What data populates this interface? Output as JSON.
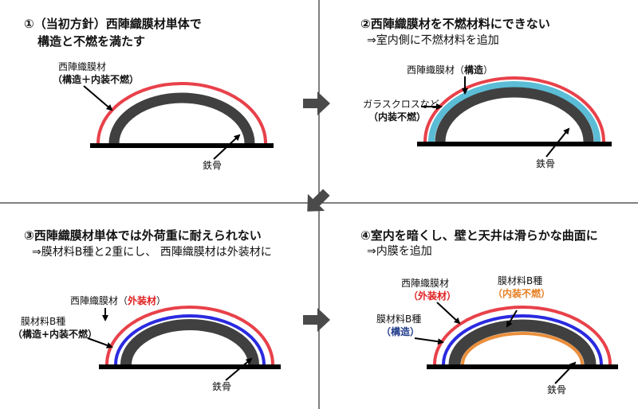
{
  "panels": {
    "p1": {
      "title_line1": "①（当初方針）西陣織膜材単体で",
      "title_line2": "構造と不燃を満たす",
      "membrane_name": "西陣織膜材",
      "membrane_role": "（構造＋内装不燃）",
      "steel": "鉄骨"
    },
    "p2": {
      "title": "②西陣織膜材を不燃材料にできない",
      "subtitle": "⇒室内側に不燃材料を追加",
      "membrane_name": "西陣織膜材（",
      "membrane_role": "構造",
      "membrane_close": "）",
      "glass_name": "ガラスクロスなど",
      "glass_role": "（内装不燃）",
      "steel": "鉄骨"
    },
    "p3": {
      "title": "③西陣織膜材単体では外荷重に耐えられない",
      "subtitle": "⇒膜材料B種と2重にし、 西陣織膜材は外装材に",
      "membrane_name": "西陣織膜材（",
      "membrane_role": "外装材",
      "membrane_close": "）",
      "b_name": "膜材料B種",
      "b_role": "（構造+内装不燃）",
      "steel": "鉄骨"
    },
    "p4": {
      "title": "④室内を暗くし、壁と天井は滑らかな曲面に",
      "subtitle": "⇒内膜を追加",
      "membrane_name": "西陣織膜材",
      "membrane_role": "（外装材）",
      "b_struct_name": "膜材料B種",
      "b_struct_role": "（構造）",
      "b_inner_name": "膜材料B種",
      "b_inner_role": "（内装不燃）",
      "steel": "鉄骨"
    }
  },
  "colors": {
    "nishijin": "#e8414a",
    "glass": "#5bbcd6",
    "b_type": "#2a2ae0",
    "inner": "#ea8e3c",
    "steel": "#404040",
    "arrow": "#4a4a4a"
  }
}
